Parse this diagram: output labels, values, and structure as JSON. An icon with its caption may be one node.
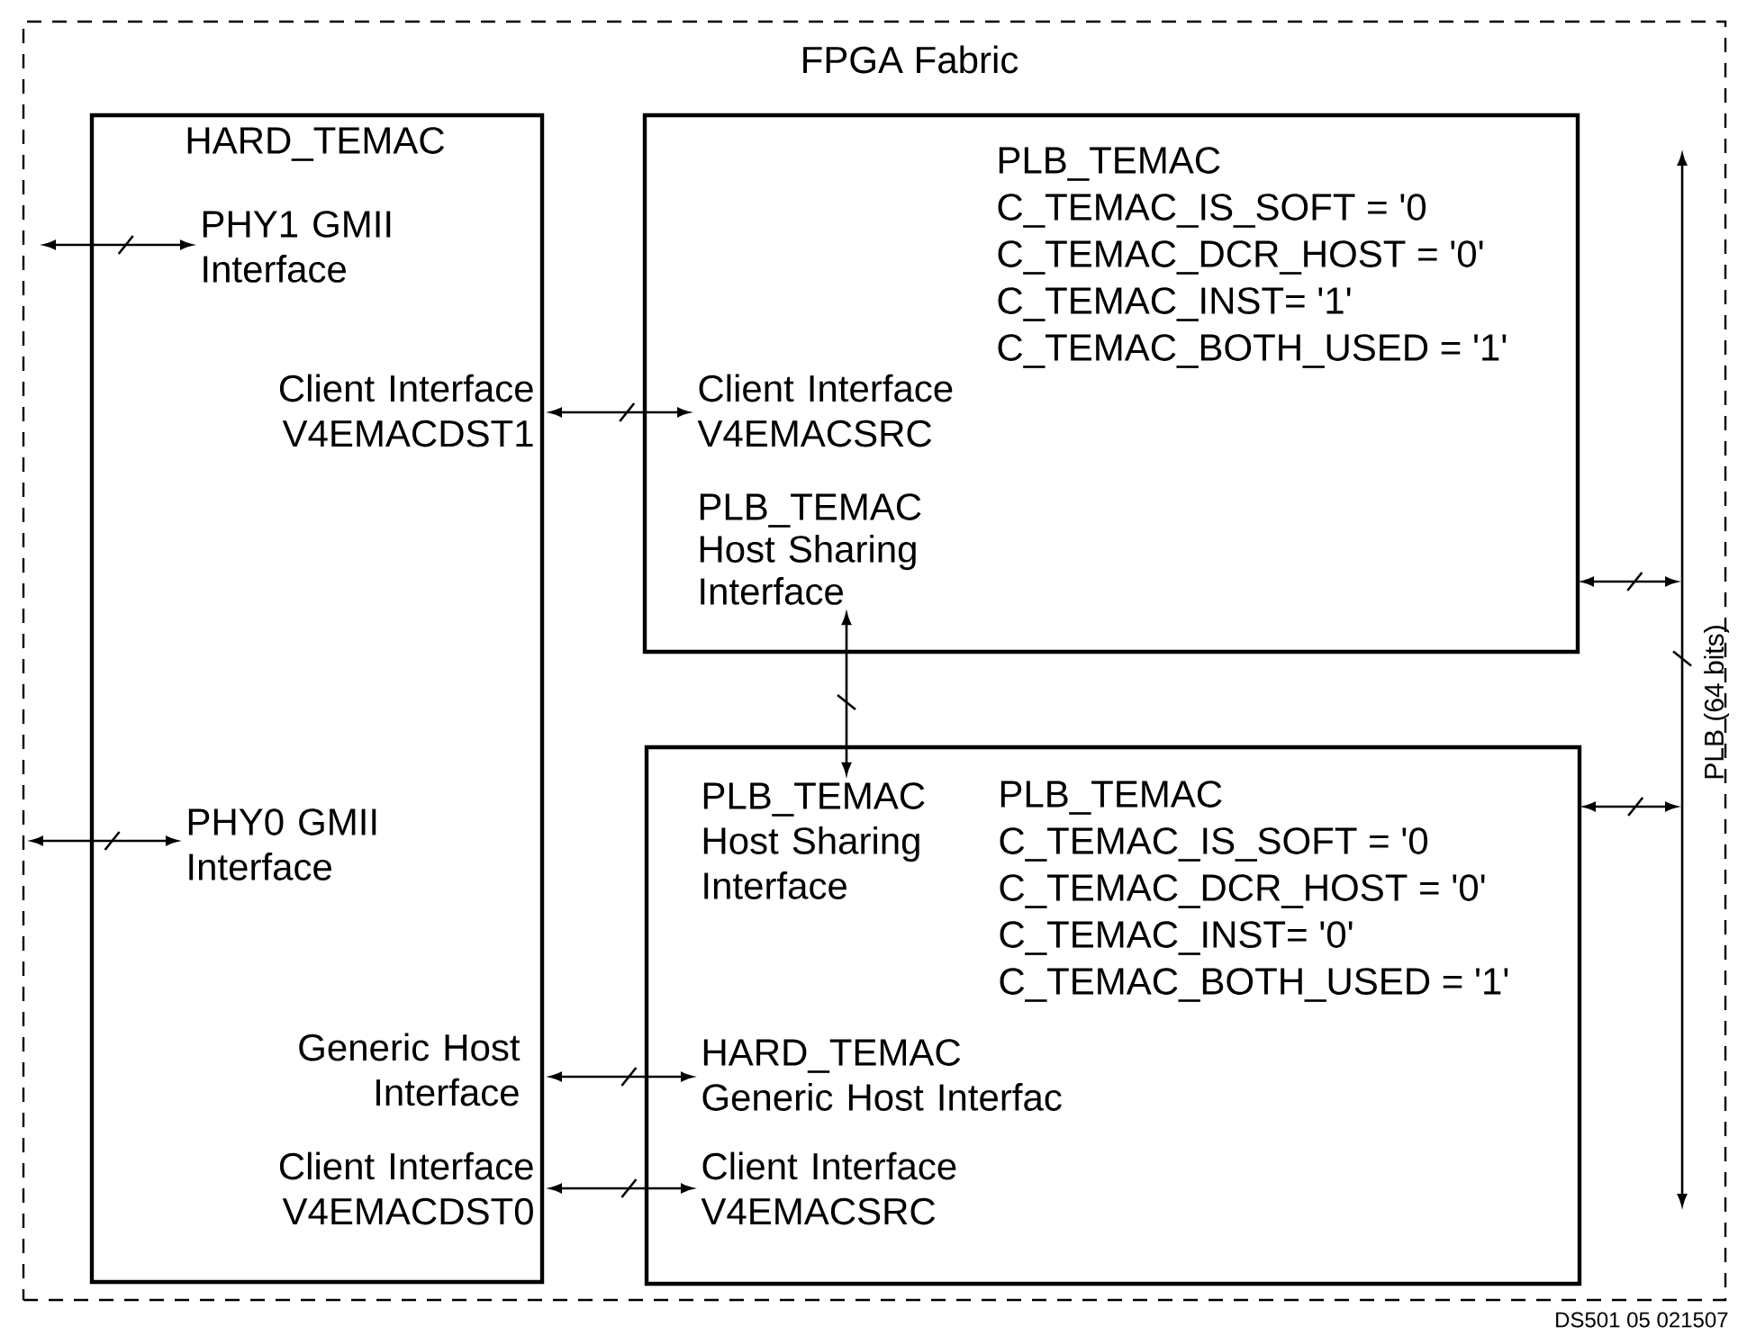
{
  "diagram": {
    "nodes": [
      {
        "text": [
          "FPGA Fabric"
        ]
      },
      {
        "text": [
          "HARD_TEMAC"
        ],
        "in": 0
      },
      {
        "text": [
          "PLB_TEMAC",
          "C_TEMAC_IS_SOFT = '0",
          "C_TEMAC_DCR_HOST = '0'",
          "C_TEMAC_INST= '1'",
          "C_TEMAC_BOTH_USED = '1'"
        ],
        "in": 0
      },
      {
        "text": [
          "PLB_TEMAC",
          "C_TEMAC_IS_SOFT = '0",
          "C_TEMAC_DCR_HOST = '0'",
          "C_TEMAC_INST= '0'",
          "C_TEMAC_BOTH_USED = '1'"
        ],
        "in": 0
      },
      {
        "text": [
          "PHY1 GMII Interface"
        ],
        "in": 1
      },
      {
        "text": [
          "Client Interface V4EMACDST1"
        ],
        "in": 1
      },
      {
        "text": [
          "PHY0 GMII Interface"
        ],
        "in": 1
      },
      {
        "text": [
          "Generic Host Interface"
        ],
        "in": 1
      },
      {
        "text": [
          "Client Interface V4EMACDST0"
        ],
        "in": 1
      },
      {
        "text": [
          "Client Interface V4EMACSRC"
        ],
        "in": 2
      },
      {
        "text": [
          "PLB_TEMAC Host Sharing Interface"
        ],
        "in": 2
      },
      {
        "text": [
          "PLB_TEMAC Host Sharing Interface"
        ],
        "in": 3
      },
      {
        "text": [
          "HARD_TEMAC Generic Host Interfac"
        ],
        "in": 3
      },
      {
        "text": [
          "Client Interface V4EMACSRC"
        ],
        "in": 3
      },
      {
        "text": [
          "PLB (64 bits)"
        ],
        "in": 0
      }
    ],
    "edges": [
      {
        "from": null,
        "to": 4,
        "arrow": "both"
      },
      {
        "from": 5,
        "to": 9,
        "arrow": "both"
      },
      {
        "from": 10,
        "to": 11,
        "arrow": "both"
      },
      {
        "from": 2,
        "to": 14,
        "arrow": "both"
      },
      {
        "from": 3,
        "to": 14,
        "arrow": "both"
      },
      {
        "from": null,
        "to": 6,
        "arrow": "both"
      },
      {
        "from": 7,
        "to": 12,
        "arrow": "both"
      },
      {
        "from": 8,
        "to": 13,
        "arrow": "both"
      }
    ],
    "labels": [
      "DS501 05 021507"
    ]
  }
}
